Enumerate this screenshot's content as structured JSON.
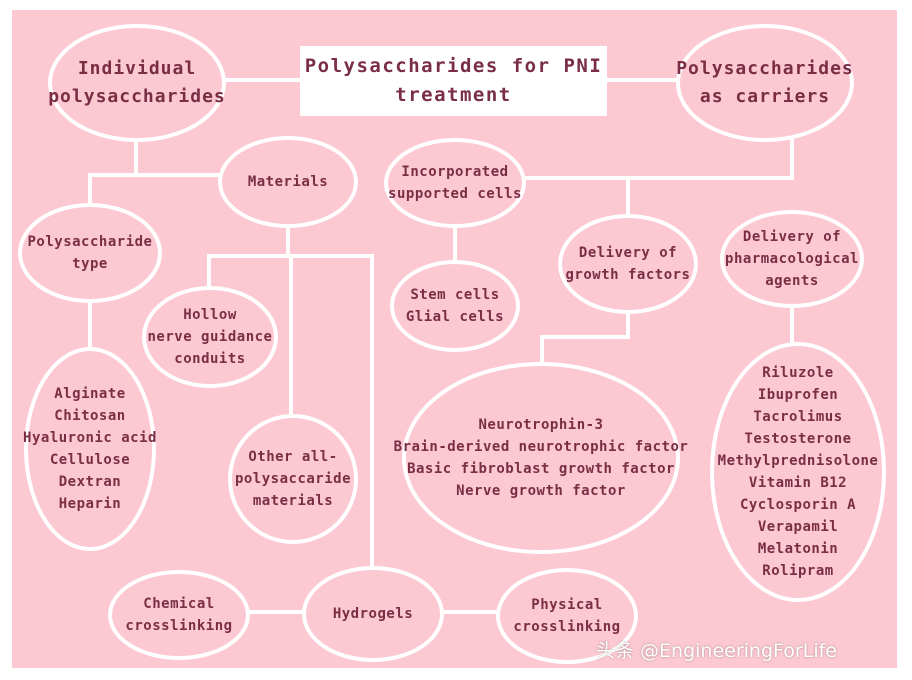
{
  "title": [
    "Polysaccharides for PNI",
    "treatment"
  ],
  "nodes": {
    "individual": [
      "Individual",
      "polysaccharides"
    ],
    "carriers": [
      "Polysaccharides",
      "as carriers"
    ],
    "materials": [
      "Materials"
    ],
    "poly_type": [
      "Polysaccharide",
      "type"
    ],
    "types_list": [
      "Alginate",
      "Chitosan",
      "Hyaluronic acid",
      "Cellulose",
      "Dextran",
      "Heparin"
    ],
    "hollow": [
      "Hollow",
      "nerve guidance",
      "conduits"
    ],
    "other": [
      "Other all-",
      "polysaccaride",
      "materials"
    ],
    "hydrogels": [
      "Hydrogels"
    ],
    "chemical": [
      "Chemical",
      "crosslinking"
    ],
    "physical": [
      "Physical",
      "crosslinking"
    ],
    "cells": [
      "Incorporated",
      "supported cells"
    ],
    "stem": [
      "Stem cells",
      "Glial cells"
    ],
    "growth": [
      "Delivery of",
      "growth factors"
    ],
    "factors_list": [
      "Neurotrophin-3",
      "Brain-derived neurotrophic factor",
      "Basic fibroblast growth factor",
      "Nerve growth factor"
    ],
    "pharma": [
      "Delivery of",
      "pharmacological",
      "agents"
    ],
    "drugs_list": [
      "Riluzole",
      "Ibuprofen",
      "Tacrolimus",
      "Testosterone",
      "Methylprednisolone",
      "Vitamin B12",
      "Cyclosporin A",
      "Verapamil",
      "Melatonin",
      "Rolipram"
    ]
  },
  "watermark": "头条 @EngineeringForLife",
  "colors": {
    "background": "#fcc8d2",
    "text": "#7a2e45",
    "lines": "#ffffff"
  }
}
